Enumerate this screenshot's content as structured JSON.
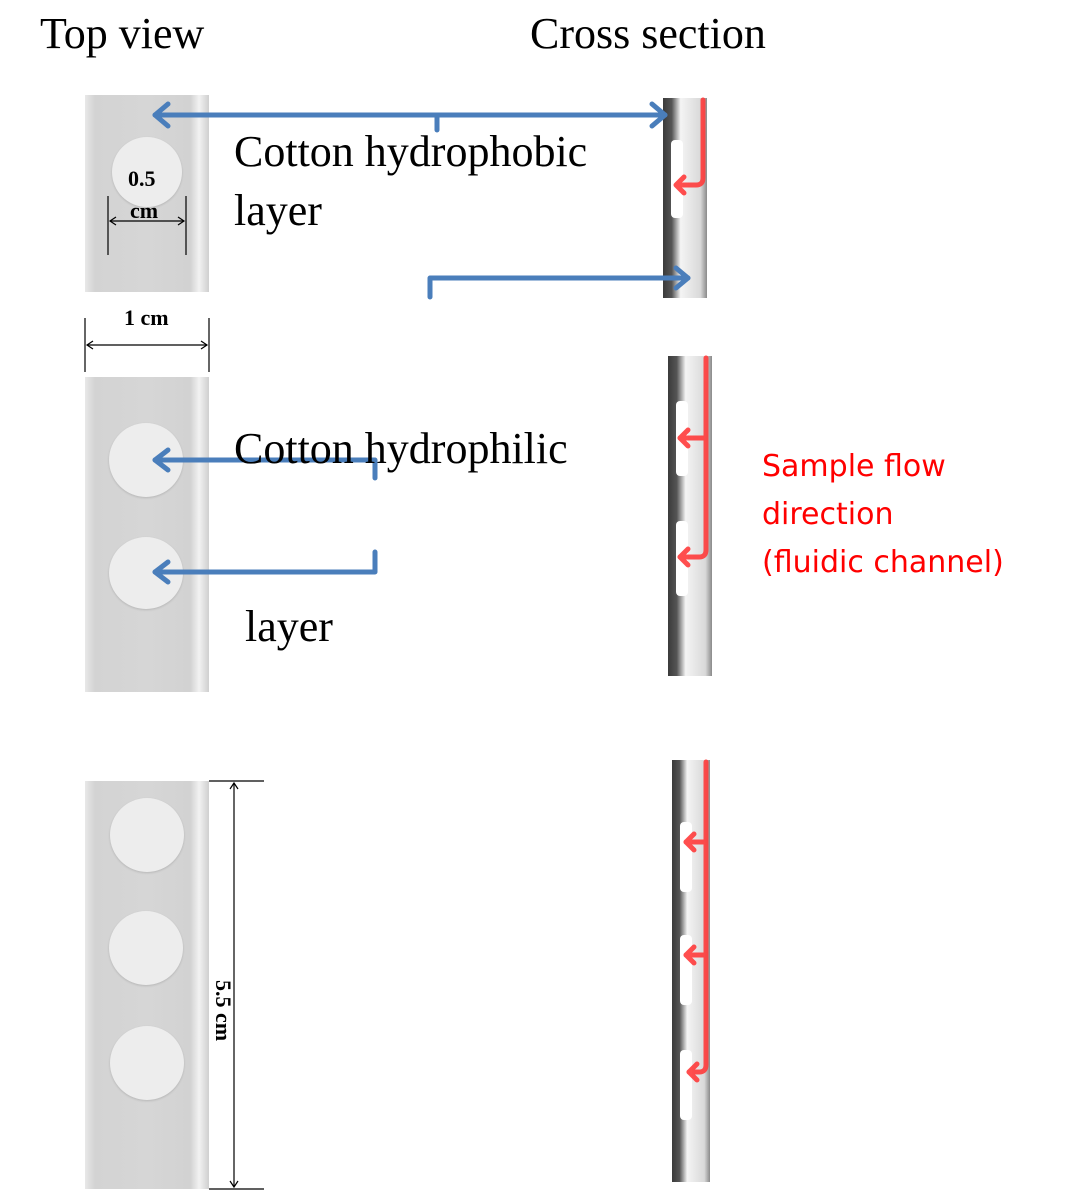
{
  "headings": {
    "top_view": "Top view",
    "cross_section": "Cross section"
  },
  "labels": {
    "hydrophobic_line1": "Cotton hydrophobic",
    "hydrophobic_line2": "layer",
    "hydrophilic_line1": "Cotton hydrophilic",
    "hydrophilic_line2": " layer",
    "flow_line1": "Sample flow",
    "flow_line2": "direction",
    "flow_line3": "(fluidic channel)"
  },
  "dimensions": {
    "pad_diameter_value": "0.5",
    "pad_diameter_unit": "cm",
    "strip_width": "1 cm",
    "strip_length": "5.5 cm"
  },
  "devices": [
    {
      "name": "single-pad",
      "pads": 1
    },
    {
      "name": "double-pad",
      "pads": 2
    },
    {
      "name": "triple-pad",
      "pads": 3
    }
  ],
  "colors": {
    "pointer_arrow": "#4a7ebb",
    "flow_arrow": "#ff2b2b",
    "flow_text": "#ff0000"
  }
}
